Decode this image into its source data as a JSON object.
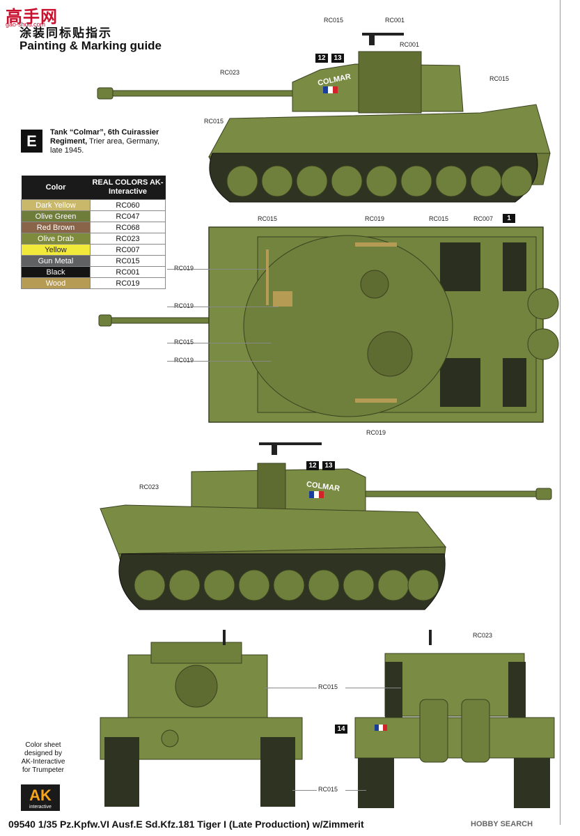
{
  "watermark": {
    "logo": "高手网",
    "url": "gao-shou.com"
  },
  "header": {
    "title_cn": "涂装同标贴指示",
    "title_en": "Painting & Marking guide"
  },
  "scheme": {
    "letter": "E",
    "name_bold": "Tank “Colmar”, 6th Cuirassier Regiment,",
    "name_rest": " Trier area, Germany, late 1945."
  },
  "color_table": {
    "col_color": "Color",
    "col_real": "REAL COLORS AK-Interactive",
    "rows": [
      {
        "name": "Dark Yellow",
        "code": "RC060",
        "swatch": "#c9b86a"
      },
      {
        "name": "Olive Green",
        "code": "RC047",
        "swatch": "#6f7d3a"
      },
      {
        "name": "Red Brown",
        "code": "RC068",
        "swatch": "#8a6448"
      },
      {
        "name": "Olive Drab",
        "code": "RC023",
        "swatch": "#7e8a3c"
      },
      {
        "name": "Yellow",
        "code": "RC007",
        "swatch": "#f2ea3a"
      },
      {
        "name": "Gun Metal",
        "code": "RC015",
        "swatch": "#5f6163"
      },
      {
        "name": "Black",
        "code": "RC001",
        "swatch": "#141414"
      },
      {
        "name": "Wood",
        "code": "RC019",
        "swatch": "#b59b54"
      }
    ]
  },
  "decals": {
    "n12": "12",
    "n13": "13",
    "n14": "14",
    "n1": "1",
    "colmar": "COLMAR"
  },
  "callouts": {
    "rc001": "RC001",
    "rc007": "RC007",
    "rc015": "RC015",
    "rc019": "RC019",
    "rc023": "RC023"
  },
  "credit": "Color sheet designed by AK-Interactive for Trumpeter",
  "ak_logo": {
    "main": "AK",
    "sub": "interactive"
  },
  "footer": {
    "text": "09540 1/35 Pz.Kpfw.VI Ausf.E Sd.Kfz.181 Tiger I (Late Production) w/Zimmerit"
  },
  "hobby_search": "HOBBY SEARCH",
  "colors": {
    "tank": "#7a8b44",
    "tank_dark": "#5c6a30",
    "track": "#2e3322"
  }
}
